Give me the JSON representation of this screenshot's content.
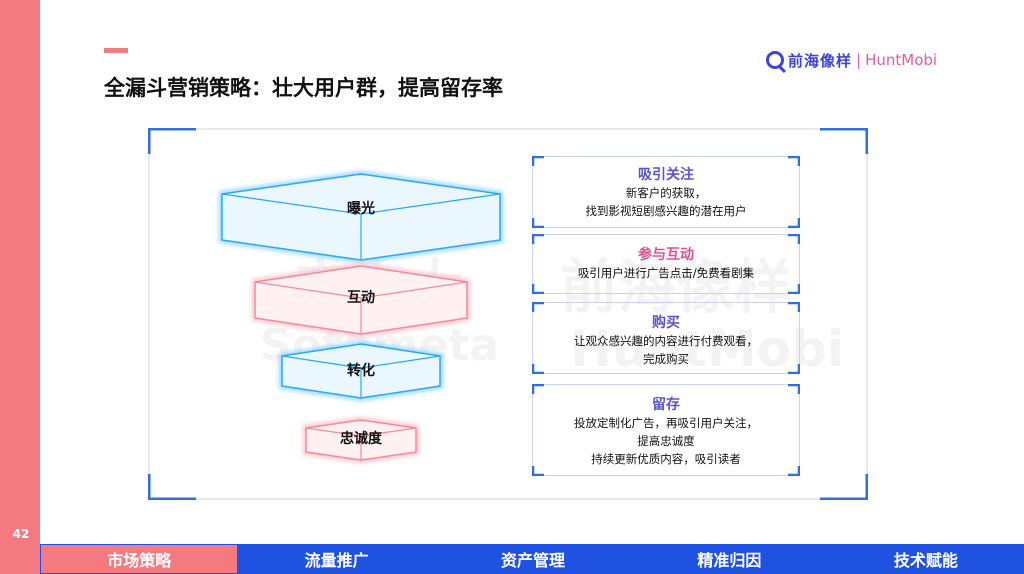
{
  "page": {
    "number": "42",
    "title": "全漏斗营销策略：壮大用户群，提高留存率"
  },
  "logo": {
    "cn": "前海像样",
    "separator": "|",
    "en": "HuntMobi"
  },
  "watermark": {
    "line1": "广大大",
    "line2": "Sotameta",
    "line3": "前海像样",
    "line4": "HuntMobi"
  },
  "funnel": {
    "stages": [
      {
        "label": "曝光",
        "color": "#29a9f0"
      },
      {
        "label": "互动",
        "color": "#f48a9a"
      },
      {
        "label": "转化",
        "color": "#29a9f0"
      },
      {
        "label": "忠诚度",
        "color": "#f48a9a"
      }
    ]
  },
  "cards": [
    {
      "title": "吸引关注",
      "lines": [
        "新客户的获取，",
        "找到影视短剧感兴趣的潜在用户"
      ]
    },
    {
      "title": "参与互动",
      "lines": [
        "吸引用户进行广告点击/免费看剧集"
      ]
    },
    {
      "title": "购买",
      "lines": [
        "让观众感兴趣的内容进行付费观看，",
        "完成购买"
      ]
    },
    {
      "title": "留存",
      "lines": [
        "投放定制化广告，再吸引用户关注，",
        "提高忠诚度",
        "持续更新优质内容，吸引读者"
      ]
    }
  ],
  "nav": {
    "items": [
      {
        "label": "市场策略",
        "active": true
      },
      {
        "label": "流量推广",
        "active": false
      },
      {
        "label": "资产管理",
        "active": false
      },
      {
        "label": "精准归因",
        "active": false
      },
      {
        "label": "技术赋能",
        "active": false
      }
    ]
  },
  "colors": {
    "accent_pink": "#f47a82",
    "nav_blue": "#1f52e0",
    "frame_blue": "#2f6fe0",
    "funnel_blue": "#29a9f0",
    "funnel_pink": "#f48a9a",
    "card_title_purple": "#5b55c8",
    "card_title_pink": "#e0508e"
  }
}
